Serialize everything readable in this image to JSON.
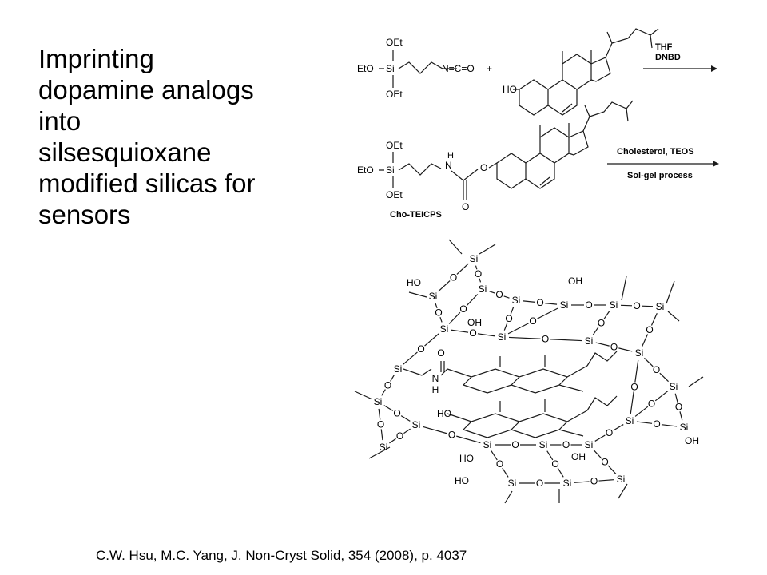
{
  "slide": {
    "title_lines": [
      "Imprinting",
      "dopamine analogs",
      "into",
      "silsesquioxane",
      "modified silicas for",
      "sensors"
    ],
    "citation": "C.W. Hsu, M.C. Yang, J. Non-Cryst Solid, 354 (2008), p. 4037"
  },
  "scheme": {
    "reaction1": {
      "silane_labels": [
        "OEt",
        "EtO",
        "Si",
        "OEt"
      ],
      "isocyanate": "N=C=O",
      "plus": "+",
      "cholesterol_oh": "HO",
      "conditions": [
        "THF",
        "DNBD"
      ]
    },
    "reaction2": {
      "silane_labels": [
        "OEt",
        "EtO",
        "Si",
        "OEt"
      ],
      "carbamate": [
        "H",
        "N",
        "O",
        "O"
      ],
      "product_name": "Cho-TEICPS",
      "conditions": [
        "Cholesterol, TEOS",
        "Sol-gel process"
      ]
    },
    "network_labels": {
      "si": "Si",
      "o": "O",
      "oh": "OH",
      "ho": "HO",
      "amide": [
        "O",
        "N",
        "H"
      ]
    }
  }
}
